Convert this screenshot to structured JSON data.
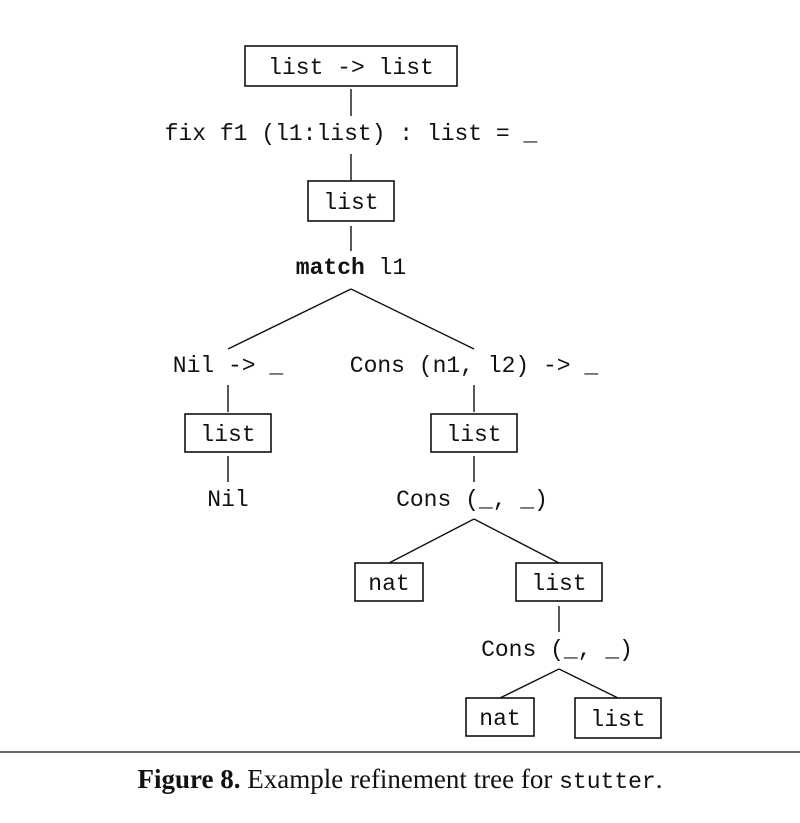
{
  "tree": {
    "root_type": "list -> list",
    "fix_expr": "fix f1 (l1:list) : list = _",
    "fix_type": "list",
    "match_keyword": "match",
    "match_arg": "l1",
    "nil_branch": {
      "pattern": "Nil -> _",
      "type": "list",
      "body": "Nil"
    },
    "cons_branch": {
      "pattern": "Cons (n1, l2) -> _",
      "type": "list",
      "body": "Cons (_, _)",
      "head_type": "nat",
      "tail_type": "list",
      "tail_body": "Cons (_, _)",
      "inner_head_type": "nat",
      "inner_tail_type": "list"
    }
  },
  "caption": {
    "label": "Figure 8.",
    "text": "Example refinement tree for",
    "code": "stutter",
    "end": "."
  }
}
